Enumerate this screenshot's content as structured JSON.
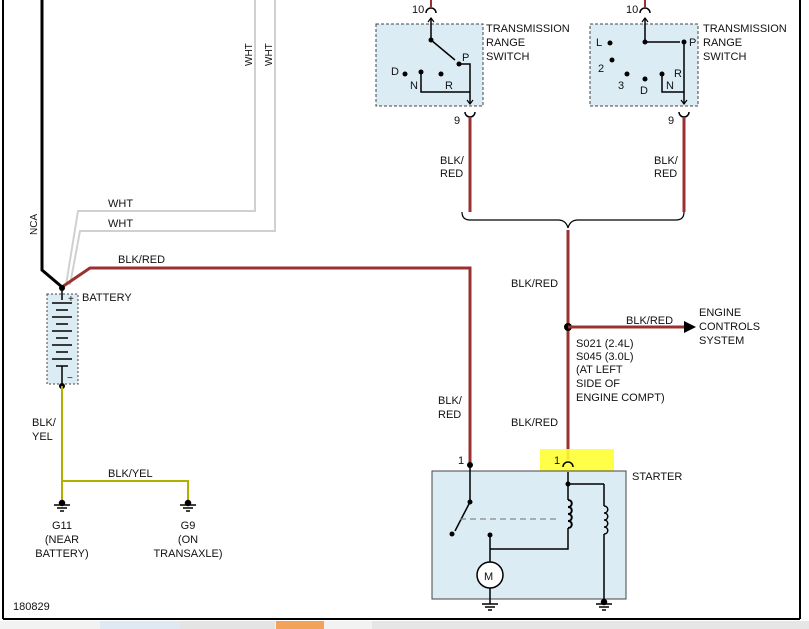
{
  "diagram": {
    "id": "180829",
    "nca": "NCA",
    "wht": "WHT",
    "blk_red": "BLK/RED",
    "blk": "BLK/",
    "red": "RED",
    "yel": "YEL",
    "blk_yel": "BLK/YEL",
    "battery": "BATTERY",
    "plus": "+",
    "minus": "−",
    "starter": "STARTER",
    "motor": "M",
    "trs_left": {
      "title": [
        "TRANSMISSION",
        "RANGE",
        "SWITCH"
      ],
      "pin_top": "10",
      "pin_bottom": "9",
      "positions": [
        "D",
        "N",
        "R",
        "P"
      ]
    },
    "trs_right": {
      "title": [
        "TRANSMISSION",
        "RANGE",
        "SWITCH"
      ],
      "pin_top": "10",
      "pin_bottom": "9",
      "positions": [
        "L",
        "2",
        "3",
        "D",
        "R",
        "N",
        "P"
      ]
    },
    "engine_controls": [
      "ENGINE",
      "CONTROLS",
      "SYSTEM"
    ],
    "splice": [
      "S021 (2.4L)",
      "S045 (3.0L)",
      "(AT LEFT",
      "SIDE OF",
      "ENGINE COMPT)"
    ],
    "g11": [
      "G11",
      "(NEAR",
      "BATTERY)"
    ],
    "g9": [
      "G9",
      "(ON",
      "TRANSAXLE)"
    ],
    "starter_pin_1a": "1",
    "starter_pin_1b": "1",
    "colors": {
      "wire_red": "#9a3030",
      "wire_white": "#cccccc",
      "wire_yellow": "#b0b000",
      "component_fill": "#dcecf4",
      "highlight": "#ffff33"
    }
  }
}
